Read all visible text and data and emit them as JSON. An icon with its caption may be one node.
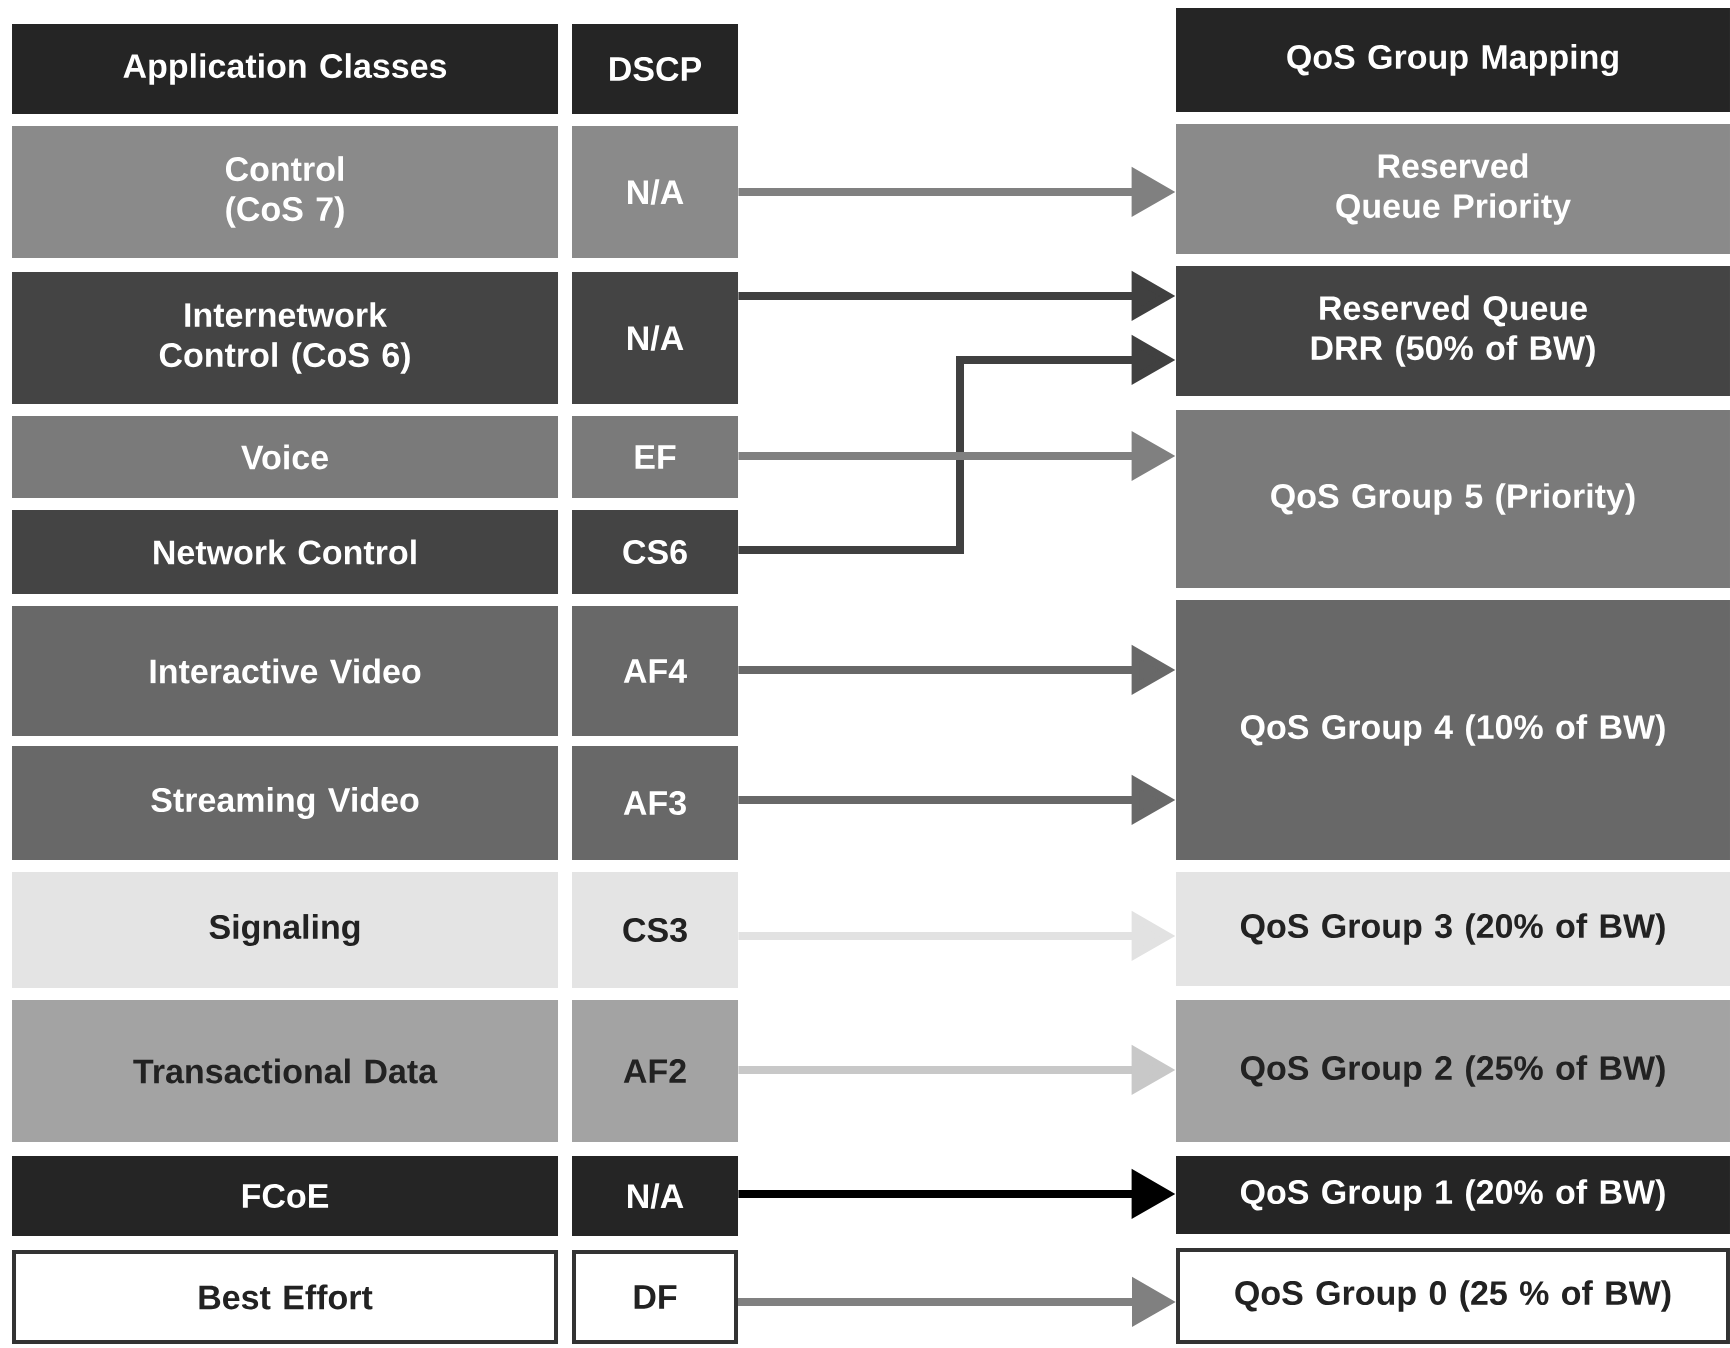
{
  "diagram": {
    "nodes": [
      {
        "text": [
          "Application Classes"
        ]
      },
      {
        "text": [
          "DSCP"
        ]
      },
      {
        "text": [
          "QoS Group Mapping"
        ]
      },
      {
        "text": [
          "Control (CoS 7)"
        ]
      },
      {
        "text": [
          "N/A"
        ]
      },
      {
        "text": [
          "Reserved Queue Priority"
        ]
      },
      {
        "text": [
          "Internetwork Control (CoS 6)"
        ]
      },
      {
        "text": [
          "N/A"
        ]
      },
      {
        "text": [
          "Reserved Queue DRR (50% of BW)"
        ]
      },
      {
        "text": [
          "Voice"
        ]
      },
      {
        "text": [
          "EF"
        ]
      },
      {
        "text": [
          "QoS Group 5 (Priority)"
        ]
      },
      {
        "text": [
          "Network Control"
        ]
      },
      {
        "text": [
          "CS6"
        ]
      },
      {
        "text": [
          "Interactive Video"
        ]
      },
      {
        "text": [
          "AF4"
        ]
      },
      {
        "text": [
          "QoS Group 4 (10% of BW)"
        ]
      },
      {
        "text": [
          "Streaming Video"
        ]
      },
      {
        "text": [
          "AF3"
        ]
      },
      {
        "text": [
          "Signaling"
        ]
      },
      {
        "text": [
          "CS3"
        ]
      },
      {
        "text": [
          "QoS Group 3 (20% of BW)"
        ]
      },
      {
        "text": [
          "Transactional Data"
        ]
      },
      {
        "text": [
          "AF2"
        ]
      },
      {
        "text": [
          "QoS Group 2 (25% of BW)"
        ]
      },
      {
        "text": [
          "FCoE"
        ]
      },
      {
        "text": [
          "N/A"
        ]
      },
      {
        "text": [
          "QoS Group 1 (20% of BW)"
        ]
      },
      {
        "text": [
          "Best Effort"
        ]
      },
      {
        "text": [
          "DF"
        ]
      },
      {
        "text": [
          "QoS Group 0 (25 % of BW)"
        ]
      }
    ],
    "edges": [
      {
        "from": 4,
        "to": 5,
        "arrow": "to",
        "color": "#808080"
      },
      {
        "from": 7,
        "to": 8,
        "arrow": "to",
        "color": "#404040"
      },
      {
        "from": 13,
        "to": 8,
        "arrow": "to",
        "color": "#404040"
      },
      {
        "from": 10,
        "to": 11,
        "arrow": "to",
        "color": "#808080"
      },
      {
        "from": 15,
        "to": 16,
        "arrow": "to",
        "color": "#686868"
      },
      {
        "from": 18,
        "to": 16,
        "arrow": "to",
        "color": "#686868"
      },
      {
        "from": 20,
        "to": 21,
        "arrow": "to",
        "color": "#e2e2e2"
      },
      {
        "from": 23,
        "to": 24,
        "arrow": "to",
        "color": "#c8c8c8"
      },
      {
        "from": 26,
        "to": 27,
        "arrow": "to",
        "color": "#000000"
      },
      {
        "from": 29,
        "to": 30,
        "arrow": "to",
        "color": "#808080"
      }
    ]
  }
}
